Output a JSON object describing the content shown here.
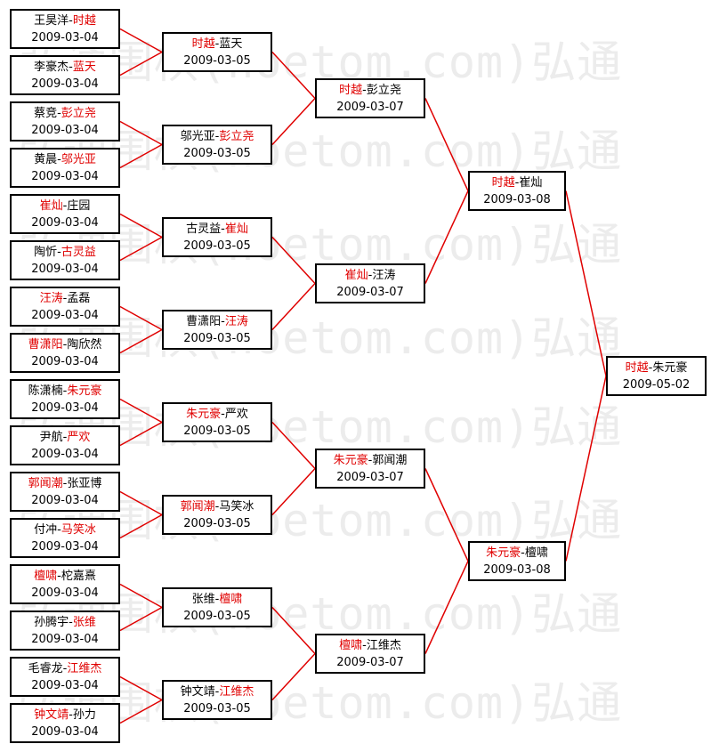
{
  "watermark": {
    "text": "弘通围棋(hoetom.com)弘通"
  },
  "colors": {
    "winner": "#e00000",
    "line": "#e00000",
    "text": "#000000"
  },
  "rounds": [
    {
      "name": "round1",
      "matches": [
        {
          "a": "王昊洋",
          "b": "时越",
          "winner": "b",
          "date": "2009-03-04"
        },
        {
          "a": "李豪杰",
          "b": "蓝天",
          "winner": "b",
          "date": "2009-03-04"
        },
        {
          "a": "蔡竞",
          "b": "彭立尧",
          "winner": "b",
          "date": "2009-03-04"
        },
        {
          "a": "黄晨",
          "b": "邬光亚",
          "winner": "b",
          "date": "2009-03-04"
        },
        {
          "a": "崔灿",
          "b": "庄园",
          "winner": "a",
          "date": "2009-03-04"
        },
        {
          "a": "陶忻",
          "b": "古灵益",
          "winner": "b",
          "date": "2009-03-04"
        },
        {
          "a": "汪涛",
          "b": "孟磊",
          "winner": "a",
          "date": "2009-03-04"
        },
        {
          "a": "曹潇阳",
          "b": "陶欣然",
          "winner": "a",
          "date": "2009-03-04"
        },
        {
          "a": "陈潇楠",
          "b": "朱元豪",
          "winner": "b",
          "date": "2009-03-04"
        },
        {
          "a": "尹航",
          "b": "严欢",
          "winner": "b",
          "date": "2009-03-04"
        },
        {
          "a": "郭闻潮",
          "b": "张亚博",
          "winner": "a",
          "date": "2009-03-04"
        },
        {
          "a": "付冲",
          "b": "马笑冰",
          "winner": "b",
          "date": "2009-03-04"
        },
        {
          "a": "檀啸",
          "b": "柁嘉熹",
          "winner": "a",
          "date": "2009-03-04"
        },
        {
          "a": "孙腾宇",
          "b": "张维",
          "winner": "b",
          "date": "2009-03-04"
        },
        {
          "a": "毛睿龙",
          "b": "江维杰",
          "winner": "b",
          "date": "2009-03-04"
        },
        {
          "a": "钟文靖",
          "b": "孙力",
          "winner": "a",
          "date": "2009-03-04"
        }
      ]
    },
    {
      "name": "round2",
      "matches": [
        {
          "a": "时越",
          "b": "蓝天",
          "winner": "a",
          "date": "2009-03-05"
        },
        {
          "a": "邬光亚",
          "b": "彭立尧",
          "winner": "b",
          "date": "2009-03-05"
        },
        {
          "a": "古灵益",
          "b": "崔灿",
          "winner": "b",
          "date": "2009-03-05"
        },
        {
          "a": "曹潇阳",
          "b": "汪涛",
          "winner": "b",
          "date": "2009-03-05"
        },
        {
          "a": "朱元豪",
          "b": "严欢",
          "winner": "a",
          "date": "2009-03-05"
        },
        {
          "a": "郭闻潮",
          "b": "马笑冰",
          "winner": "a",
          "date": "2009-03-05"
        },
        {
          "a": "张维",
          "b": "檀啸",
          "winner": "b",
          "date": "2009-03-05"
        },
        {
          "a": "钟文靖",
          "b": "江维杰",
          "winner": "b",
          "date": "2009-03-05"
        }
      ]
    },
    {
      "name": "round3",
      "matches": [
        {
          "a": "时越",
          "b": "彭立尧",
          "winner": "a",
          "date": "2009-03-07"
        },
        {
          "a": "崔灿",
          "b": "汪涛",
          "winner": "a",
          "date": "2009-03-07"
        },
        {
          "a": "朱元豪",
          "b": "郭闻潮",
          "winner": "a",
          "date": "2009-03-07"
        },
        {
          "a": "檀啸",
          "b": "江维杰",
          "winner": "a",
          "date": "2009-03-07"
        }
      ]
    },
    {
      "name": "round4",
      "matches": [
        {
          "a": "时越",
          "b": "崔灿",
          "winner": "a",
          "date": "2009-03-08"
        },
        {
          "a": "朱元豪",
          "b": "檀啸",
          "winner": "a",
          "date": "2009-03-08"
        }
      ]
    },
    {
      "name": "final",
      "matches": [
        {
          "a": "时越",
          "b": "朱元豪",
          "winner": "a",
          "date": "2009-05-02"
        }
      ]
    }
  ]
}
